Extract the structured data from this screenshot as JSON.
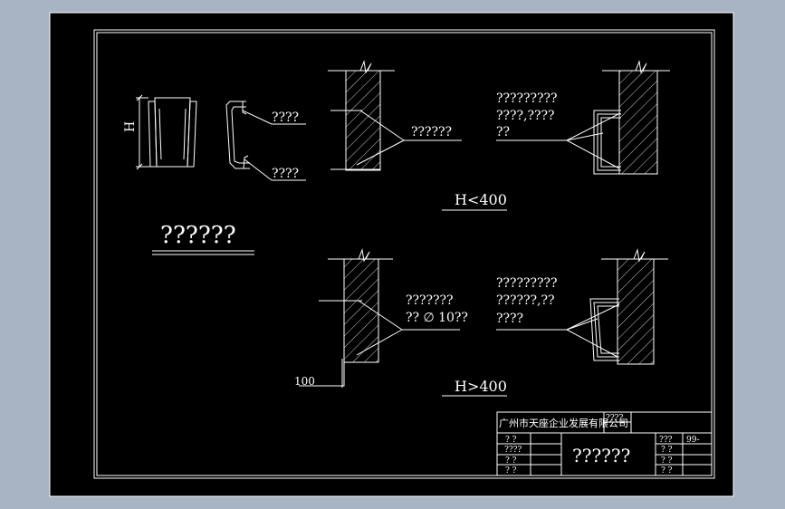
{
  "drawing": {
    "main_title": "??????",
    "callouts": {
      "small_1": "????",
      "small_2": "????",
      "top_mid": "??????",
      "top_right": [
        "?????????",
        "????,????",
        "??"
      ],
      "bottom_mid": [
        "???????",
        "?? ∅  10??"
      ],
      "bottom_right": [
        "?????????",
        "??????,??",
        "????"
      ]
    },
    "dim_h": "H",
    "dim_100": "100",
    "label_h_lt": "H<400",
    "label_h_gt": "H>400"
  },
  "title_block": {
    "company": "广州市天座企业发展有限公司",
    "field_top": "????",
    "field_mid": "??? ",
    "drawing_no": "99-",
    "sheet_title": "??????",
    "left_rows": [
      "? ?",
      "????",
      "? ?",
      "? ?"
    ],
    "right_rows": [
      "? ? ?",
      "? ?",
      "? ?",
      "? ?"
    ]
  },
  "colors": {
    "background": "#a8b3c4",
    "sheet": "#000000",
    "line": "#ffffff"
  }
}
